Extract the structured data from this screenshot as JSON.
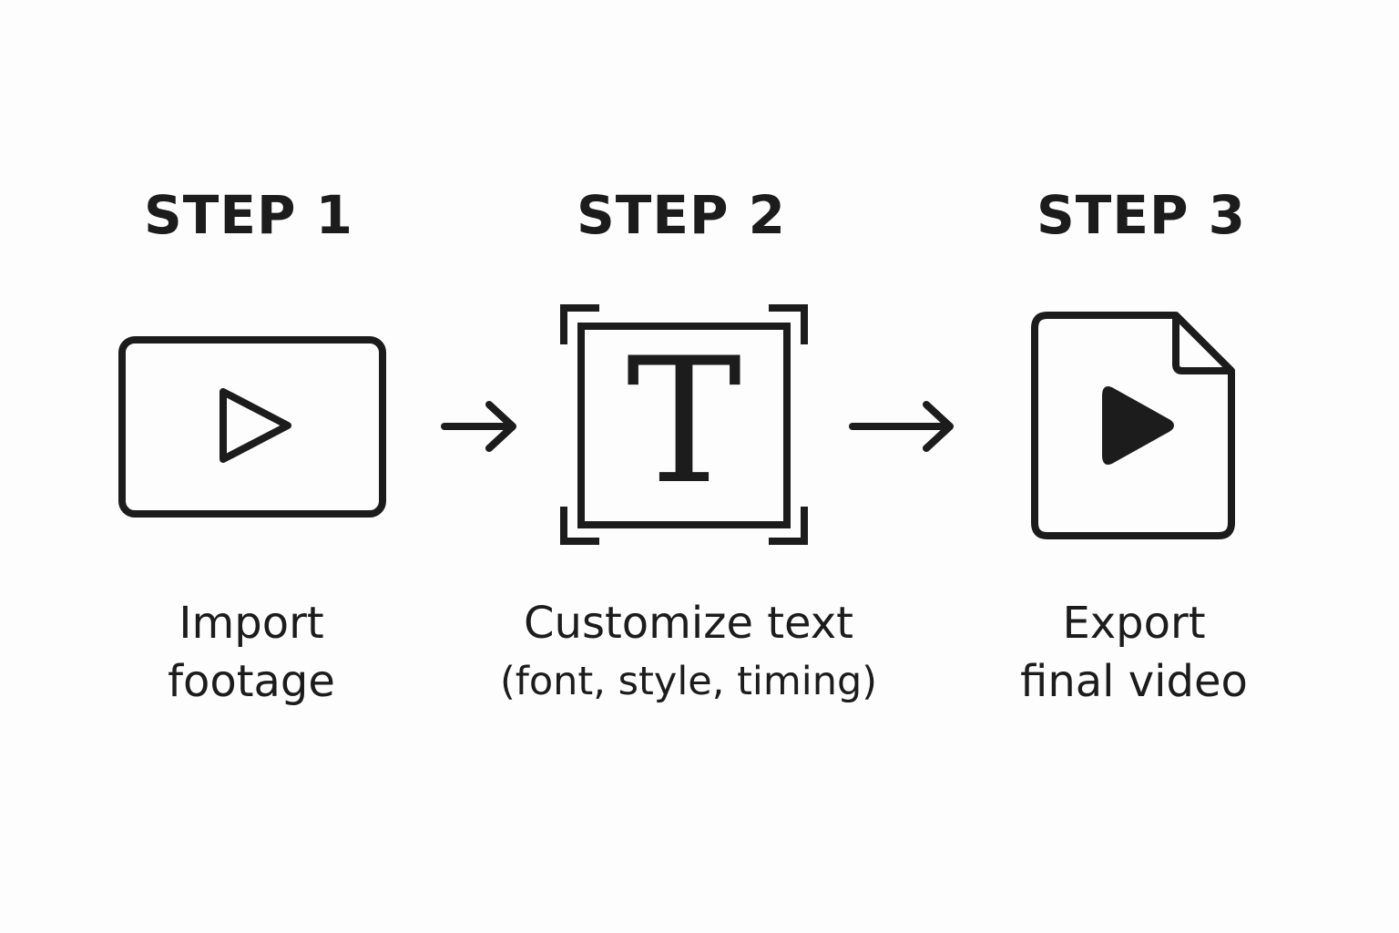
{
  "steps": [
    {
      "heading": "STEP 1",
      "caption_lines": [
        "Import",
        "footage"
      ],
      "icon": "video-player-icon"
    },
    {
      "heading": "STEP 2",
      "caption_lines": [
        "Customize text",
        "(font, style, timing)"
      ],
      "icon": "text-frame-icon",
      "icon_letter": "T"
    },
    {
      "heading": "STEP 3",
      "caption_lines": [
        "Export",
        "final video"
      ],
      "icon": "video-file-icon"
    }
  ],
  "connectors": [
    "arrow-right-icon",
    "arrow-right-icon"
  ],
  "colors": {
    "ink": "#1c1c1c",
    "background": "#fdfdfd"
  }
}
